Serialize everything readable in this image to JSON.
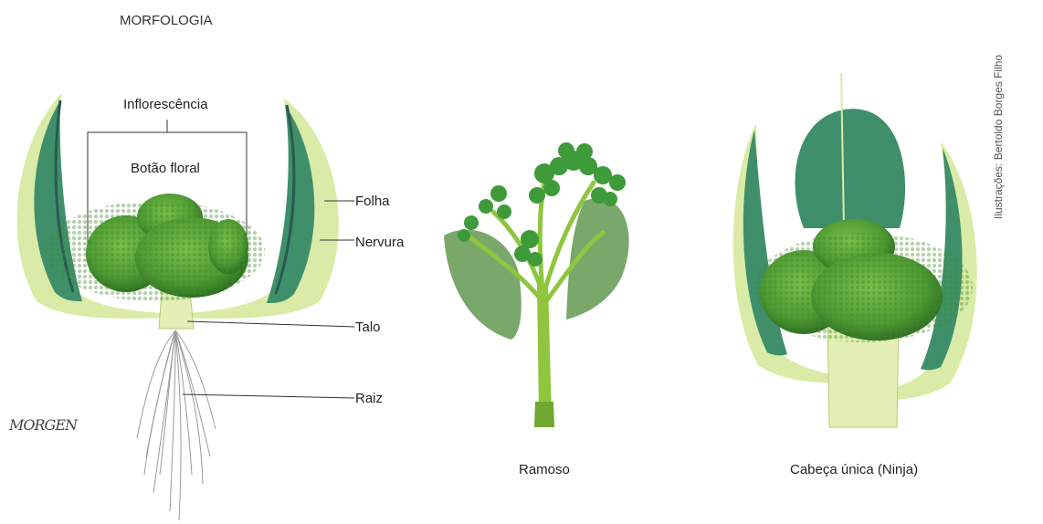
{
  "title": "MORFOLOGIA",
  "labels": {
    "inflorescencia": "Inflorescência",
    "botao_floral": "Botão floral",
    "folha": "Folha",
    "nervura": "Nervura",
    "talo": "Talo",
    "raiz": "Raiz"
  },
  "captions": {
    "ramoso": "Ramoso",
    "cabeca_unica": "Cabeça única (Ninja)"
  },
  "credit": "Ilustrações: Bertoldo Borges Filho",
  "signature": "MORGEN",
  "colors": {
    "leaf_dark": "#3f8f6a",
    "leaf_light": "#d9eba6",
    "floret": "#4e9a33",
    "stem": "#8ec63f",
    "stem_pale": "#e3efb6"
  }
}
